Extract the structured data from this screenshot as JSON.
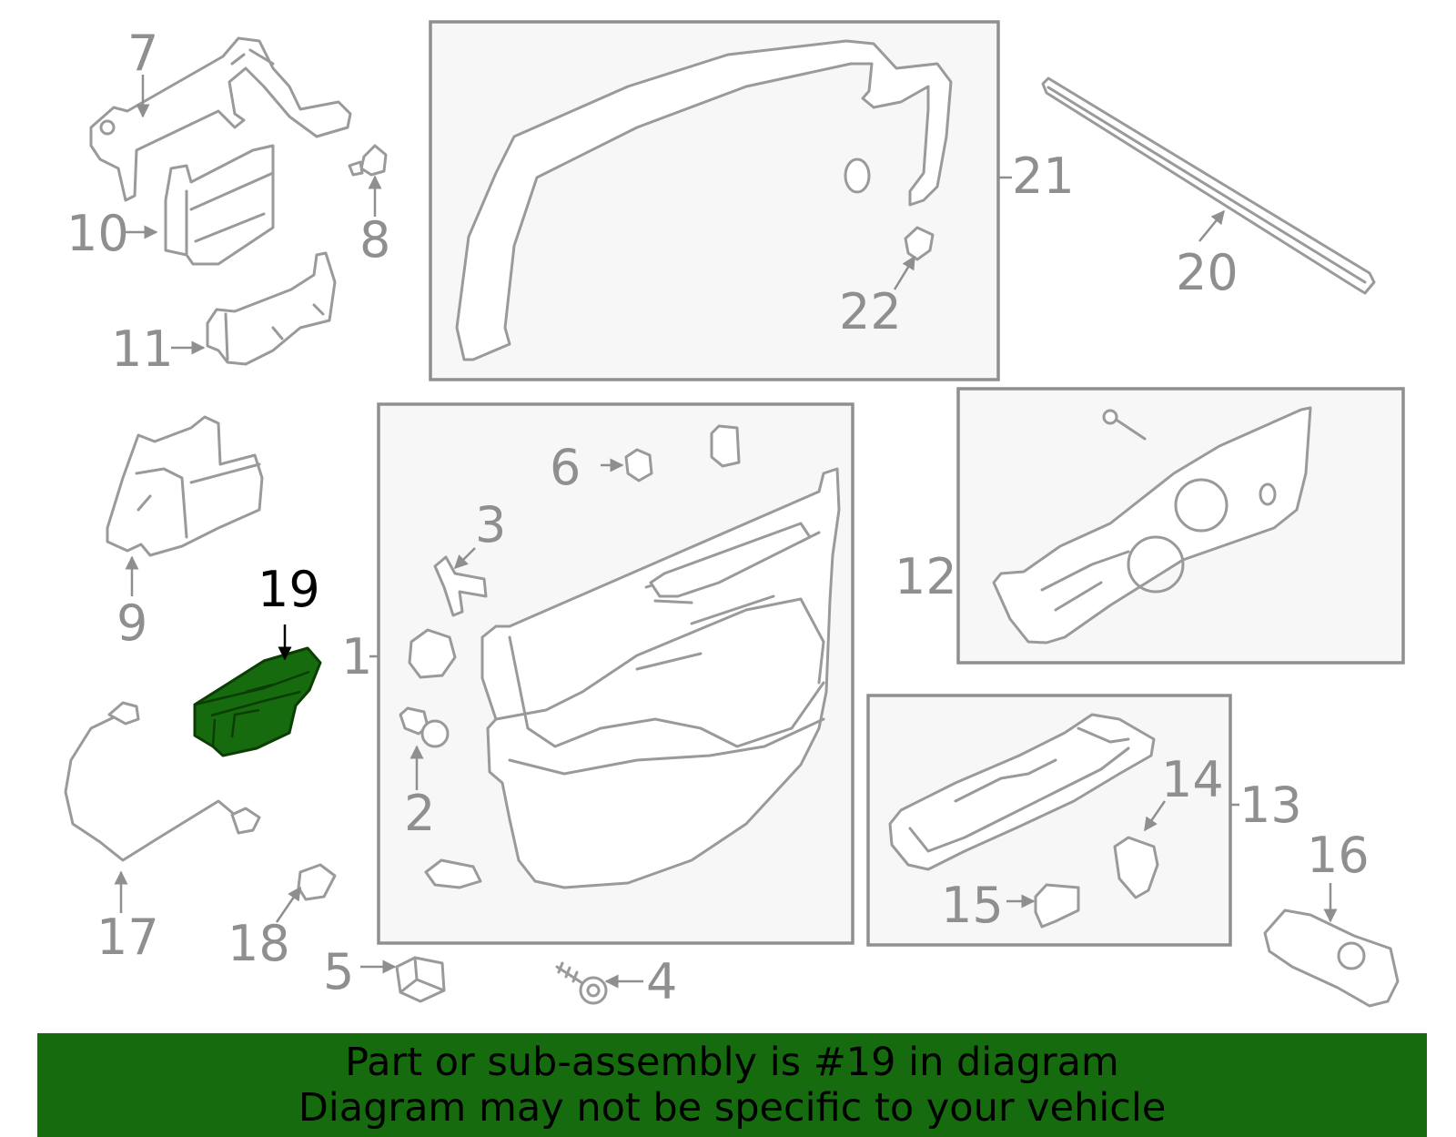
{
  "callouts": {
    "c1": "1",
    "c2": "2",
    "c3": "3",
    "c4": "4",
    "c5": "5",
    "c6": "6",
    "c7": "7",
    "c8": "8",
    "c9": "9",
    "c10": "10",
    "c11": "11",
    "c12": "12",
    "c13": "13",
    "c14": "14",
    "c15": "15",
    "c16": "16",
    "c17": "17",
    "c18": "18",
    "c19": "19",
    "c20": "20",
    "c21": "21",
    "c22": "22"
  },
  "highlighted_part": "19",
  "colors": {
    "highlight": "#166b0e",
    "banner": "#166b0e",
    "outline": "#9a9a9a",
    "box_fill": "#f7f7f7"
  },
  "banner": {
    "line1": "Part or sub-assembly is #19 in diagram",
    "line2": "Diagram may not be specific to your vehicle"
  }
}
